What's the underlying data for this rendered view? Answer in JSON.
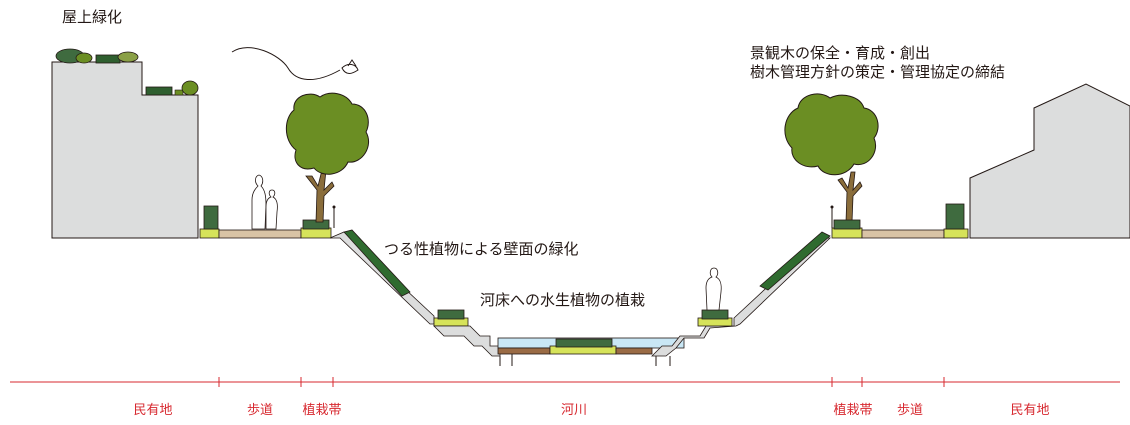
{
  "labels": {
    "rooftop_greening": "屋上緑化",
    "landscape_trees_line1": "景観木の保全・育成・創出",
    "landscape_trees_line2": "樹木管理方針の策定・管理協定の締結",
    "vine_wall_greening": "つる性植物による壁面の緑化",
    "riverbed_planting": "河床への水生植物の植栽"
  },
  "zones": [
    "民有地",
    "歩道",
    "植栽帯",
    "河川",
    "植栽帯",
    "歩道",
    "民有地"
  ],
  "colors": {
    "building": "#dcdddd",
    "outline": "#231815",
    "tree_canopy": "#6b8e23",
    "tree_trunk": "#8a6d3b",
    "dark_green": "#2f5f2f",
    "hedge_green": "#3f6b3f",
    "planter_yellow": "#d6e35a",
    "sidewalk": "#d8c3a5",
    "water": "#c9e7f5",
    "riverbed_brown": "#9a6b45",
    "zone_line": "#d7282f"
  }
}
